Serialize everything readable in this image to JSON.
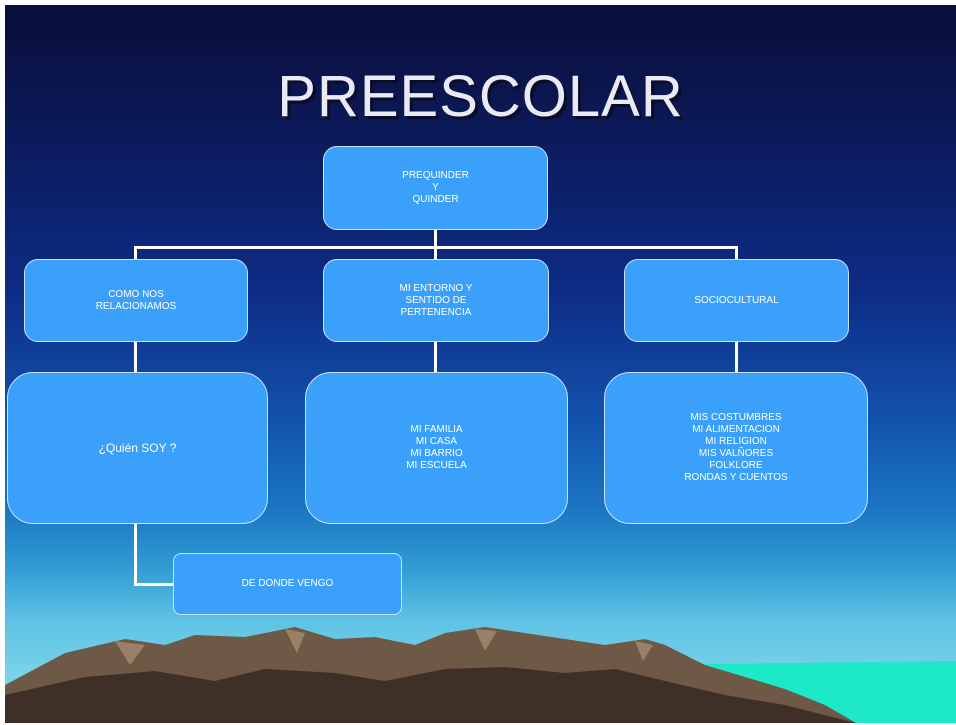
{
  "slide": {
    "title": "PREESCOLAR"
  },
  "diagram": {
    "root": "PREQUINDER\nY\nQUINDER",
    "branches": [
      {
        "label": "COMO NOS\nRELACIONAMOS",
        "child": "¿Quién SOY ?"
      },
      {
        "label": "MI ENTORNO Y\nSENTIDO DE\nPERTENENCIA",
        "child": "MI FAMILIA\nMI CASA\nMI BARRIO\nMI ESCUELA"
      },
      {
        "label": "SOCIOCULTURAL",
        "child": "MIS COSTUMBRES\nMI ALIMENTACION\nMI RELIGION\nMIS VALÑORES\nFOLKLORE\nRONDAS Y CUENTOS"
      }
    ],
    "extra": "DE DONDE VENGO"
  },
  "colors": {
    "box_fill": "#3ba0fa",
    "box_border": "#c9e3ff",
    "connector": "#ffffff",
    "title": "#e8eaf6"
  }
}
